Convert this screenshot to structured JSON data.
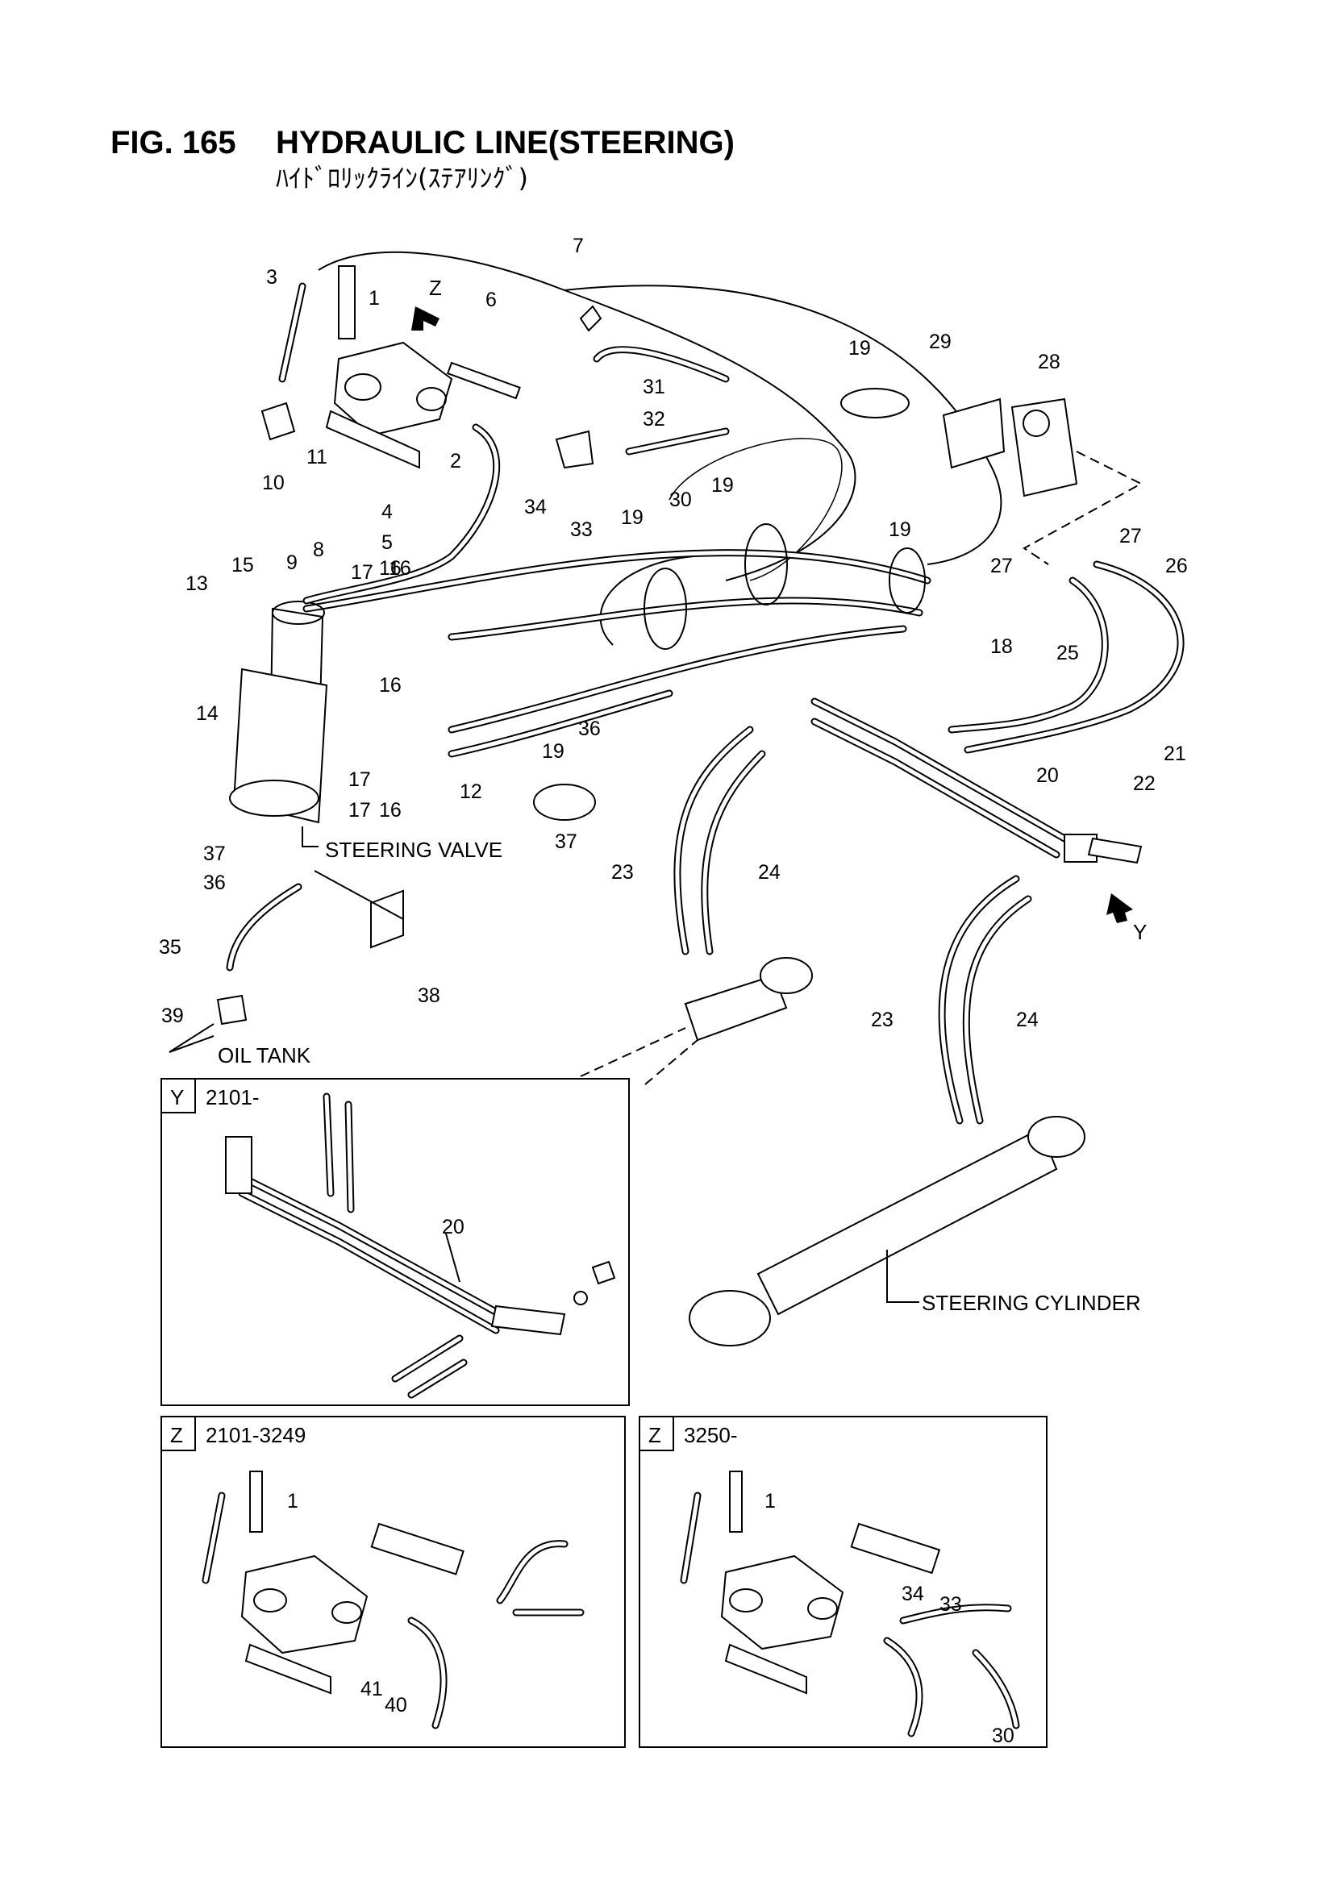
{
  "figure": {
    "number": "FIG. 165",
    "title": "HYDRAULIC LINE(STEERING)",
    "subtitle": "ﾊｲﾄﾞﾛﾘｯｸﾗｲﾝ(ｽﾃｱﾘﾝｸﾞ)"
  },
  "main_callouts": [
    "1",
    "2",
    "3",
    "4",
    "5",
    "6",
    "7",
    "8",
    "9",
    "10",
    "11",
    "12",
    "13",
    "14",
    "15",
    "16",
    "16",
    "16",
    "16",
    "17",
    "17",
    "17",
    "18",
    "19",
    "19",
    "19",
    "19",
    "19",
    "20",
    "21",
    "22",
    "23",
    "23",
    "24",
    "24",
    "25",
    "26",
    "27",
    "27",
    "28",
    "29",
    "30",
    "31",
    "32",
    "33",
    "34",
    "35",
    "36",
    "36",
    "37",
    "37",
    "38",
    "39"
  ],
  "view_marks": {
    "z": "Z",
    "y": "Y"
  },
  "labels": {
    "steering_valve": "STEERING VALVE",
    "oil_tank": "OIL TANK",
    "steering_cylinder": "STEERING CYLINDER"
  },
  "inset_y": {
    "tag": "Y",
    "range": "2101-",
    "callouts": [
      "20"
    ]
  },
  "inset_z1": {
    "tag": "Z",
    "range": "2101-3249",
    "callouts": [
      "1",
      "41",
      "40"
    ]
  },
  "inset_z2": {
    "tag": "Z",
    "range": "3250-",
    "callouts": [
      "1",
      "34",
      "33",
      "30"
    ]
  }
}
